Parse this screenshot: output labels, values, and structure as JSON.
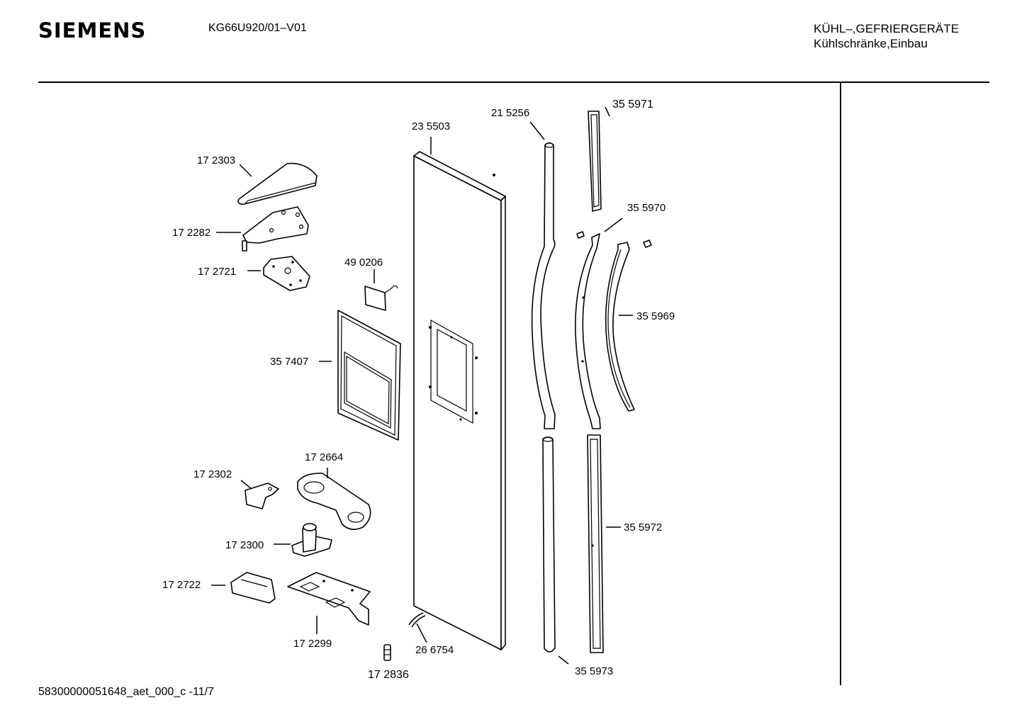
{
  "header": {
    "brand": "SIEMENS",
    "model": "KG66U920/01–V01",
    "category_line1": "KÜHL–,GEFRIERGERÄTE",
    "category_line2": "Kühlschränke,Einbau"
  },
  "footer": {
    "doc_code": "58300000051648_aet_000_c  -11/7"
  },
  "parts": {
    "p172303": "17 2303",
    "p172282": "17 2282",
    "p172721": "17 2721",
    "p490206": "49 0206",
    "p357407": "35 7407",
    "p235503": "23 5503",
    "p215256": "21 5256",
    "p355971": "35 5971",
    "p355970": "35 5970",
    "p355969": "35 5969",
    "p355972": "35 5972",
    "p355973": "35 5973",
    "p172664": "17 2664",
    "p172302": "17 2302",
    "p172300": "17 2300",
    "p172722": "17 2722",
    "p172299": "17 2299",
    "p266754": "26 6754",
    "p172836": "17 2836"
  }
}
